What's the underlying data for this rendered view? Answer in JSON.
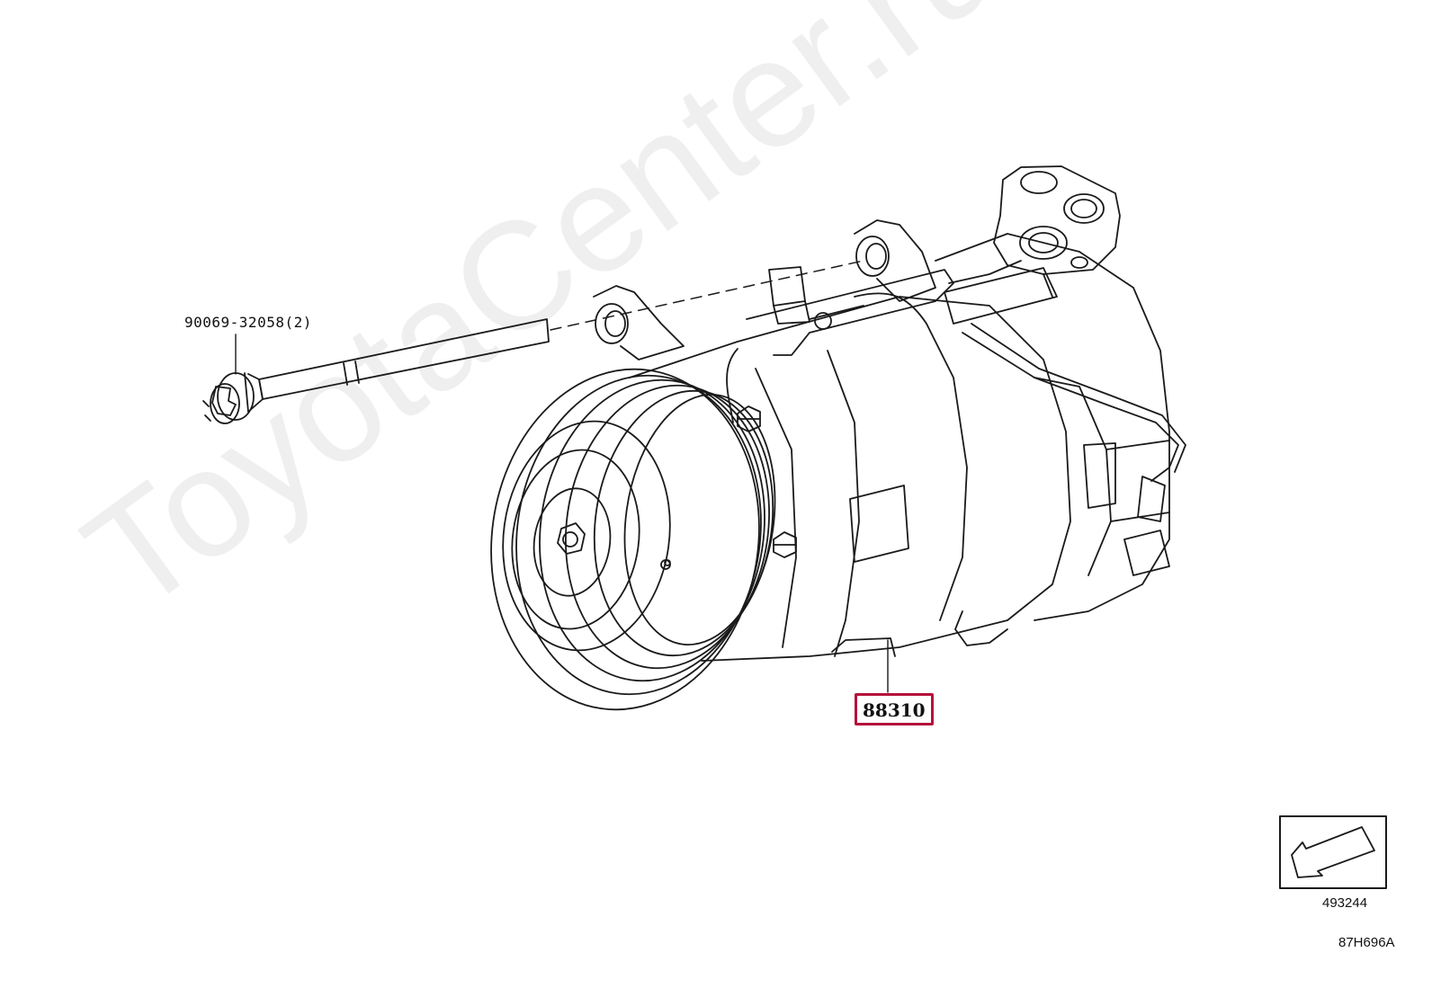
{
  "callouts": {
    "bolt": "90069-32058(2)",
    "compressor": "88310"
  },
  "reference": {
    "view_number": "493244",
    "illustration_code": "87H696A"
  },
  "watermark": "ToyotaCenter.ru",
  "colors": {
    "highlight_border": "#b5123a",
    "line": "#1a1a1a"
  },
  "icons": {
    "view_direction": "arrow-view-icon"
  }
}
